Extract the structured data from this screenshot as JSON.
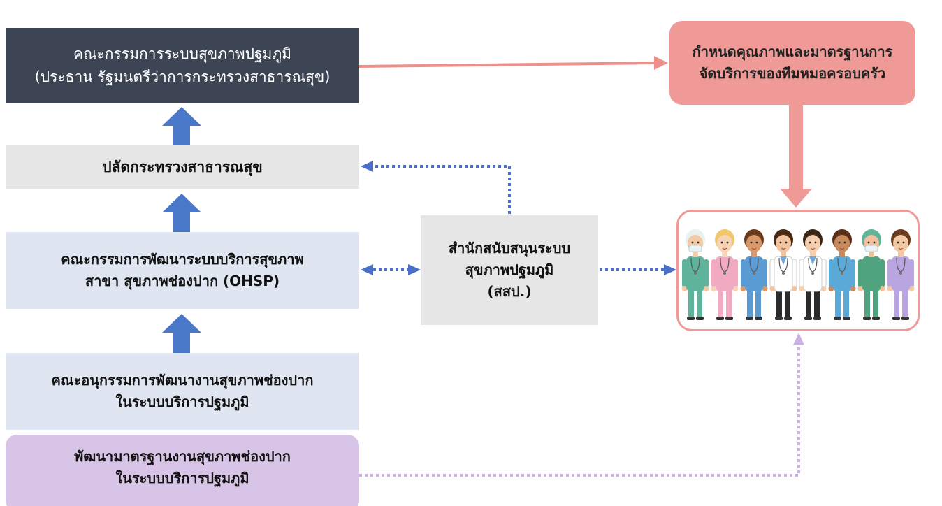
{
  "board": {
    "line1": "คณะกรรมการระบบสุขภาพปฐมภูมิ",
    "line2": "(ประธาน รัฐมนตรีว่าการกระทรวงสาธารณสุข)"
  },
  "permanent_secretary": {
    "label": "ปลัดกระทรวงสาธารณสุข"
  },
  "ohsp_committee": {
    "line1": "คณะกรรมการพัฒนาระบบบริการสุขภาพ",
    "line2": "สาขา สุขภาพช่องปาก (OHSP)"
  },
  "subcommittee": {
    "line1": "คณะอนุกรรมการพัฒนางานสุขภาพช่องปาก",
    "line2": "ในระบบบริการปฐมภูมิ"
  },
  "develop_standards": {
    "line1": "พัฒนามาตรฐานงานสุขภาพช่องปาก",
    "line2": "ในระบบบริการปฐมภูมิ"
  },
  "support_office": {
    "line1": "สำนักสนับสนุนระบบ",
    "line2": "สุขภาพปฐมภูมิ",
    "line3": "(สสป.)"
  },
  "quality_standards": {
    "line1": "กำหนดคุณภาพและมาตรฐานการ",
    "line2": "จัดบริการของทีมหมอครอบครัว"
  },
  "family_team": {
    "icon": "healthcare-team-icon",
    "members": [
      {
        "role": "nurse",
        "uniform": "#5fb39b",
        "hair": "#e8f2ee",
        "skin": "#f4c9a6",
        "mask": true
      },
      {
        "role": "nurse",
        "uniform": "#f2aac3",
        "hair": "#f2c76a",
        "skin": "#f7d4b6",
        "mask": false
      },
      {
        "role": "doctor",
        "uniform": "#5a9bd4",
        "hair": "#6b3b1e",
        "skin": "#d9996a",
        "mask": false
      },
      {
        "role": "doctor",
        "uniform": "#ffffff",
        "hair": "#4a2b16",
        "skin": "#f2c4a0",
        "mask": false
      },
      {
        "role": "doctor",
        "uniform": "#ffffff",
        "hair": "#3b2516",
        "skin": "#f5cfae",
        "mask": false
      },
      {
        "role": "nurse",
        "uniform": "#5aa9d6",
        "hair": "#5a2f18",
        "skin": "#c98a5e",
        "mask": false
      },
      {
        "role": "surgeon",
        "uniform": "#4fa37f",
        "hair": "#5fb39b",
        "skin": "#f0c09a",
        "mask": true
      },
      {
        "role": "nurse",
        "uniform": "#b9a6e0",
        "hair": "#6b3b1e",
        "skin": "#f4c9a6",
        "mask": false
      }
    ]
  },
  "colors": {
    "board_bg": "#3d4454",
    "grey_box": "#e6e6e6",
    "blue_box": "#dfe6f1",
    "purple_box": "#d8c4e6",
    "pink_box": "#ef9a96",
    "arrow_blue": "#4a78c8",
    "dotted_blue": "#4a6fc8",
    "dotted_purple": "#c9b1e3"
  }
}
